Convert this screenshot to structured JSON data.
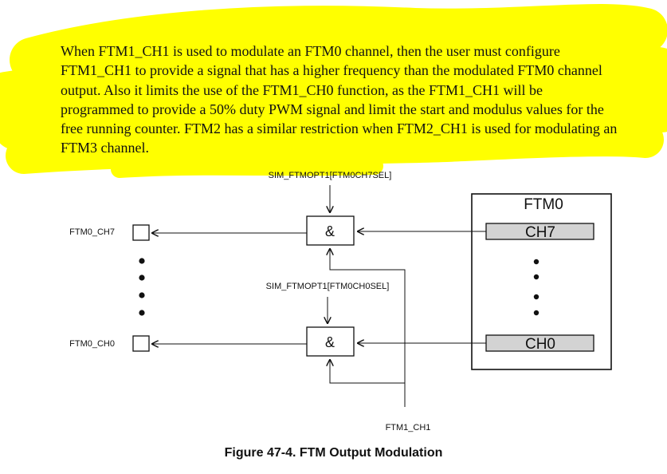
{
  "paragraph": "When FTM1_CH1 is used to modulate an FTM0 channel, then the user must configure FTM1_CH1 to provide a signal that has a higher frequency than the modulated FTM0 channel output. Also it limits the use of the FTM1_CH0 function, as the FTM1_CH1 will be programmed to provide a 50% duty PWM signal and limit the start and modulus values for the free running counter. FTM2 has a similar restriction when FTM2_CH1 is used for modulating an FTM3 channel.",
  "diagram": {
    "sel_ch7_label": "SIM_FTMOPT1[FTM0CH7SEL]",
    "sel_ch0_label": "SIM_FTMOPT1[FTM0CH0SEL]",
    "out_ch7_label": "FTM0_CH7",
    "out_ch0_label": "FTM0_CH0",
    "ftm0_title": "FTM0",
    "ch7_label": "CH7",
    "ch0_label": "CH0",
    "and_symbol": "&",
    "ftm1_ch1_label": "FTM1_CH1",
    "highlight_color": "#ffff00",
    "channel_fill_color": "#d3d3d3"
  },
  "caption": "Figure 47-4. FTM Output Modulation"
}
